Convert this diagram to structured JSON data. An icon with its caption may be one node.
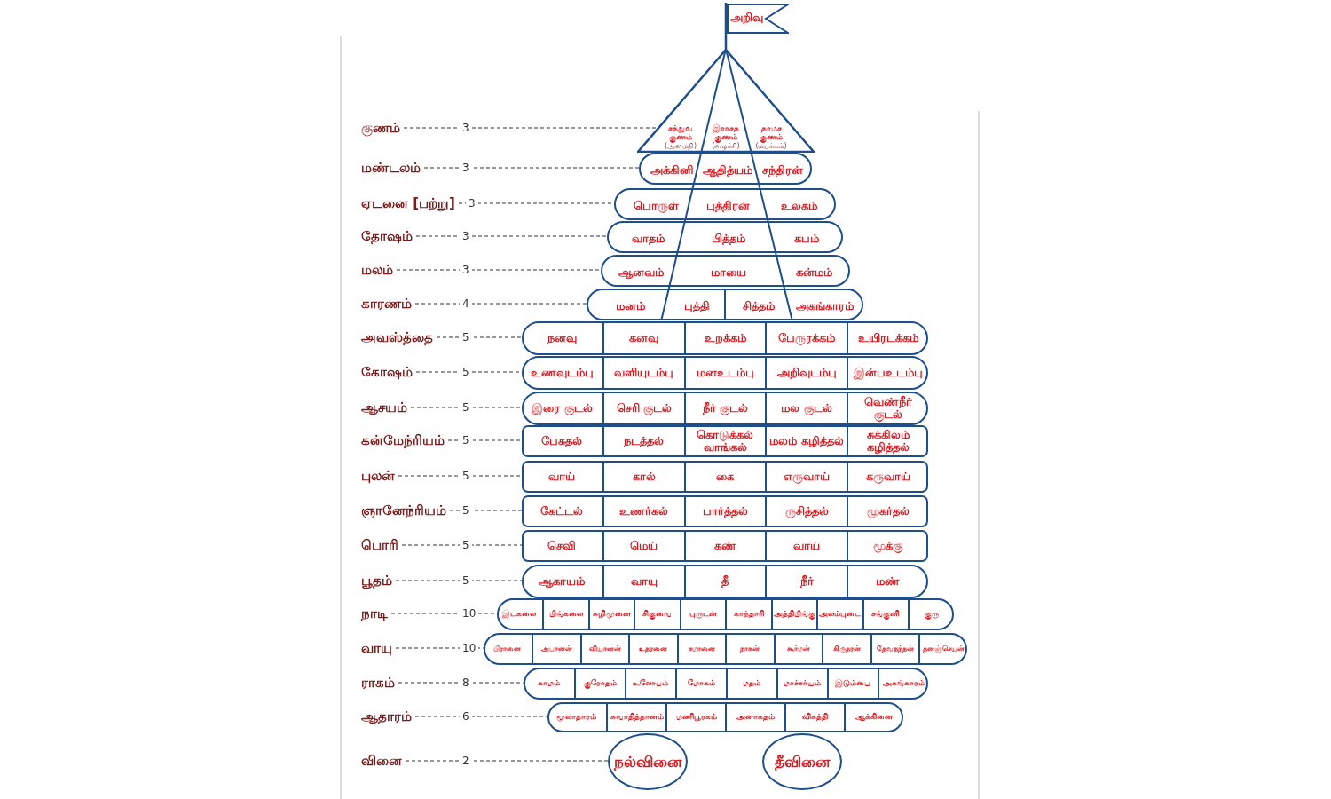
{
  "diagram": {
    "nodes": [
      {
        "text": [
          "அறிவு"
        ]
      },
      {
        "text": [
          "குணம்"
        ]
      },
      {
        "text": [],
        "shape": "triangle"
      },
      {
        "text": [
          "சத்துவ குணம்",
          "(அமைதி)"
        ],
        "in": 2
      },
      {
        "text": [
          "இராசத குணம்",
          "(எழுச்சி)"
        ],
        "in": 2
      },
      {
        "text": [
          "தாமச குணம்",
          "(மயக்கம்)"
        ],
        "in": 2
      },
      {
        "text": [
          "மண்டலம்"
        ]
      },
      {
        "text": [],
        "shape": "box"
      },
      {
        "text": [
          "அக்கினி"
        ],
        "in": 7
      },
      {
        "text": [
          "ஆதித்யம்"
        ],
        "in": 7
      },
      {
        "text": [
          "சந்திரன்"
        ],
        "in": 7
      },
      {
        "text": [
          "ஏடனை [பற்று]"
        ]
      },
      {
        "text": [],
        "shape": "box"
      },
      {
        "text": [
          "பொருள்"
        ],
        "in": 12
      },
      {
        "text": [
          "புத்திரன்"
        ],
        "in": 12
      },
      {
        "text": [
          "உலகம்"
        ],
        "in": 12
      },
      {
        "text": [
          "தோஷம்"
        ]
      },
      {
        "text": [],
        "shape": "box"
      },
      {
        "text": [
          "வாதம்"
        ],
        "in": 17
      },
      {
        "text": [
          "பித்தம்"
        ],
        "in": 17
      },
      {
        "text": [
          "கபம்"
        ],
        "in": 17
      },
      {
        "text": [
          "மலம்"
        ]
      },
      {
        "text": [],
        "shape": "box"
      },
      {
        "text": [
          "ஆனவம்"
        ],
        "in": 22
      },
      {
        "text": [
          "மாயை"
        ],
        "in": 22
      },
      {
        "text": [
          "கன்மம்"
        ],
        "in": 22
      },
      {
        "text": [
          "காரணம்"
        ]
      },
      {
        "text": [],
        "shape": "box"
      },
      {
        "text": [
          "மனம்"
        ],
        "in": 27
      },
      {
        "text": [
          "புத்தி"
        ],
        "in": 27
      },
      {
        "text": [
          "சித்தம்"
        ],
        "in": 27
      },
      {
        "text": [
          "அகங்காரம்"
        ],
        "in": 27
      },
      {
        "text": [
          "அவஸ்த்தை"
        ]
      },
      {
        "text": [],
        "shape": "box"
      },
      {
        "text": [
          "நனவு"
        ],
        "in": 33
      },
      {
        "text": [
          "கனவு"
        ],
        "in": 33
      },
      {
        "text": [
          "உறக்கம்"
        ],
        "in": 33
      },
      {
        "text": [
          "பேருரக்கம்"
        ],
        "in": 33
      },
      {
        "text": [
          "உயிரடக்கம்"
        ],
        "in": 33
      },
      {
        "text": [
          "கோஷம்"
        ]
      },
      {
        "text": [],
        "shape": "box"
      },
      {
        "text": [
          "உணவுடம்பு"
        ],
        "in": 40
      },
      {
        "text": [
          "வளியுடம்பு"
        ],
        "in": 40
      },
      {
        "text": [
          "மனஉடம்பு"
        ],
        "in": 40
      },
      {
        "text": [
          "அறிவுடம்பு"
        ],
        "in": 40
      },
      {
        "text": [
          "இன்பஉடம்பு"
        ],
        "in": 40
      },
      {
        "text": [
          "ஆசயம்"
        ]
      },
      {
        "text": [],
        "shape": "box"
      },
      {
        "text": [
          "இரை குடல்"
        ],
        "in": 47
      },
      {
        "text": [
          "செரி குடல்"
        ],
        "in": 47
      },
      {
        "text": [
          "நீர் குடல்"
        ],
        "in": 47
      },
      {
        "text": [
          "மல குடல்"
        ],
        "in": 47
      },
      {
        "text": [
          "வெண்நீர் குடல்"
        ],
        "in": 47
      },
      {
        "text": [
          "கன்மேந்ரியம்"
        ]
      },
      {
        "text": [],
        "shape": "box"
      },
      {
        "text": [
          "பேசுதல்"
        ],
        "in": 54
      },
      {
        "text": [
          "நடத்தல்"
        ],
        "in": 54
      },
      {
        "text": [
          "கொடுக்கல் வாங்கல்"
        ],
        "in": 54
      },
      {
        "text": [
          "மலம் கழித்தல்"
        ],
        "in": 54
      },
      {
        "text": [
          "சுக்கிலம் கழித்தல்"
        ],
        "in": 54
      },
      {
        "text": [
          "புலன்"
        ]
      },
      {
        "text": [],
        "shape": "box"
      },
      {
        "text": [
          "வாய்"
        ],
        "in": 61
      },
      {
        "text": [
          "கால்"
        ],
        "in": 61
      },
      {
        "text": [
          "கை"
        ],
        "in": 61
      },
      {
        "text": [
          "எருவாய்"
        ],
        "in": 61
      },
      {
        "text": [
          "கருவாய்"
        ],
        "in": 61
      },
      {
        "text": [
          "ஞானேந்ரியம்"
        ]
      },
      {
        "text": [],
        "shape": "box"
      },
      {
        "text": [
          "கேட்டல்"
        ],
        "in": 68
      },
      {
        "text": [
          "உணர்கல்"
        ],
        "in": 68
      },
      {
        "text": [
          "பார்த்தல்"
        ],
        "in": 68
      },
      {
        "text": [
          "ருசித்தல்"
        ],
        "in": 68
      },
      {
        "text": [
          "முகர்தல்"
        ],
        "in": 68
      },
      {
        "text": [
          "பொரி"
        ]
      },
      {
        "text": [],
        "shape": "box"
      },
      {
        "text": [
          "செவி"
        ],
        "in": 75
      },
      {
        "text": [
          "மெய்"
        ],
        "in": 75
      },
      {
        "text": [
          "கண்"
        ],
        "in": 75
      },
      {
        "text": [
          "வாய்"
        ],
        "in": 75
      },
      {
        "text": [
          "மூக்கு"
        ],
        "in": 75
      },
      {
        "text": [
          "பூதம்"
        ]
      },
      {
        "text": [],
        "shape": "box"
      },
      {
        "text": [
          "ஆகாயம்"
        ],
        "in": 82
      },
      {
        "text": [
          "வாயு"
        ],
        "in": 82
      },
      {
        "text": [
          "தீ"
        ],
        "in": 82
      },
      {
        "text": [
          "நீர்"
        ],
        "in": 82
      },
      {
        "text": [
          "மண்"
        ],
        "in": 82
      },
      {
        "text": [
          "நாடி"
        ]
      },
      {
        "text": [],
        "shape": "box"
      },
      {
        "text": [
          "இடகலை"
        ],
        "in": 89
      },
      {
        "text": [
          "பிங்கலை"
        ],
        "in": 89
      },
      {
        "text": [
          "சுழிமுனை"
        ],
        "in": 89
      },
      {
        "text": [
          "சிகுவை"
        ],
        "in": 89
      },
      {
        "text": [
          "புருடன்"
        ],
        "in": 89
      },
      {
        "text": [
          "காந்தாரி"
        ],
        "in": 89
      },
      {
        "text": [
          "அத்திபிங்கு"
        ],
        "in": 89
      },
      {
        "text": [
          "அலம்புடை"
        ],
        "in": 89
      },
      {
        "text": [
          "சங்குனி"
        ],
        "in": 89
      },
      {
        "text": [
          "குரு"
        ],
        "in": 89
      },
      {
        "text": [
          "வாயு"
        ]
      },
      {
        "text": [],
        "shape": "box"
      },
      {
        "text": [
          "பிரானை"
        ],
        "in": 101
      },
      {
        "text": [
          "அபானன்"
        ],
        "in": 101
      },
      {
        "text": [
          "வியானன்"
        ],
        "in": 101
      },
      {
        "text": [
          "உதரனை"
        ],
        "in": 101
      },
      {
        "text": [
          "சமானை"
        ],
        "in": 101
      },
      {
        "text": [
          "நாகன்"
        ],
        "in": 101
      },
      {
        "text": [
          "கூர்மன்"
        ],
        "in": 101
      },
      {
        "text": [
          "கிருதரன்"
        ],
        "in": 101
      },
      {
        "text": [
          "தேவதந்தன்"
        ],
        "in": 101
      },
      {
        "text": [
          "தனஞ்செயன்"
        ],
        "in": 101
      },
      {
        "text": [
          "ராகம்"
        ]
      },
      {
        "text": [],
        "shape": "box"
      },
      {
        "text": [
          "காமம்"
        ],
        "in": 113
      },
      {
        "text": [
          "குரோதம்"
        ],
        "in": 113
      },
      {
        "text": [
          "உலோபம்"
        ],
        "in": 113
      },
      {
        "text": [
          "மோகம்"
        ],
        "in": 113
      },
      {
        "text": [
          "மதம்"
        ],
        "in": 113
      },
      {
        "text": [
          "மாச்சர்யம்"
        ],
        "in": 113
      },
      {
        "text": [
          "இடும்பை"
        ],
        "in": 113
      },
      {
        "text": [
          "அகங்காரம்"
        ],
        "in": 113
      },
      {
        "text": [
          "ஆதாரம்"
        ]
      },
      {
        "text": [],
        "shape": "box"
      },
      {
        "text": [
          "மூலாதாரம்"
        ],
        "in": 123
      },
      {
        "text": [
          "சுவாதித்தானம்"
        ],
        "in": 123
      },
      {
        "text": [
          "மணிபூரகம்"
        ],
        "in": 123
      },
      {
        "text": [
          "அனாகதம்"
        ],
        "in": 123
      },
      {
        "text": [
          "விசுத்தி"
        ],
        "in": 123
      },
      {
        "text": [
          "ஆக்கினை"
        ],
        "in": 123
      },
      {
        "text": [
          "வினை"
        ]
      },
      {
        "text": [
          "நல்வினை"
        ]
      },
      {
        "text": [
          "தீவினை"
        ]
      }
    ],
    "edges": [
      {
        "from": 1,
        "to": 2,
        "arrow": "none",
        "label": "3",
        "style": "dashed"
      },
      {
        "from": 6,
        "to": 7,
        "arrow": "none",
        "label": "3",
        "style": "dashed"
      },
      {
        "from": 11,
        "to": 12,
        "arrow": "none",
        "label": "3",
        "style": "dashed"
      },
      {
        "from": 16,
        "to": 17,
        "arrow": "none",
        "label": "3",
        "style": "dashed"
      },
      {
        "from": 21,
        "to": 22,
        "arrow": "none",
        "label": "3",
        "style": "dashed"
      },
      {
        "from": 26,
        "to": 27,
        "arrow": "none",
        "label": "4",
        "style": "dashed"
      },
      {
        "from": 32,
        "to": 33,
        "arrow": "none",
        "label": "5",
        "style": "dashed"
      },
      {
        "from": 39,
        "to": 40,
        "arrow": "none",
        "label": "5",
        "style": "dashed"
      },
      {
        "from": 46,
        "to": 47,
        "arrow": "none",
        "label": "5",
        "style": "dashed"
      },
      {
        "from": 53,
        "to": 54,
        "arrow": "none",
        "label": "5",
        "style": "dashed"
      },
      {
        "from": 60,
        "to": 61,
        "arrow": "none",
        "label": "5",
        "style": "dashed"
      },
      {
        "from": 67,
        "to": 68,
        "arrow": "none",
        "label": "5",
        "style": "dashed"
      },
      {
        "from": 74,
        "to": 75,
        "arrow": "none",
        "label": "5",
        "style": "dashed"
      },
      {
        "from": 81,
        "to": 82,
        "arrow": "none",
        "label": "5",
        "style": "dashed"
      },
      {
        "from": 88,
        "to": 89,
        "arrow": "none",
        "label": "10",
        "style": "dashed"
      },
      {
        "from": 100,
        "to": 101,
        "arrow": "none",
        "label": "10",
        "style": "dashed"
      },
      {
        "from": 112,
        "to": 113,
        "arrow": "none",
        "label": "8",
        "style": "dashed"
      },
      {
        "from": 122,
        "to": 123,
        "arrow": "none",
        "label": "6",
        "style": "dashed"
      },
      {
        "from": 130,
        "to": 131,
        "arrow": "none",
        "label": "2",
        "style": "dashed"
      }
    ]
  }
}
